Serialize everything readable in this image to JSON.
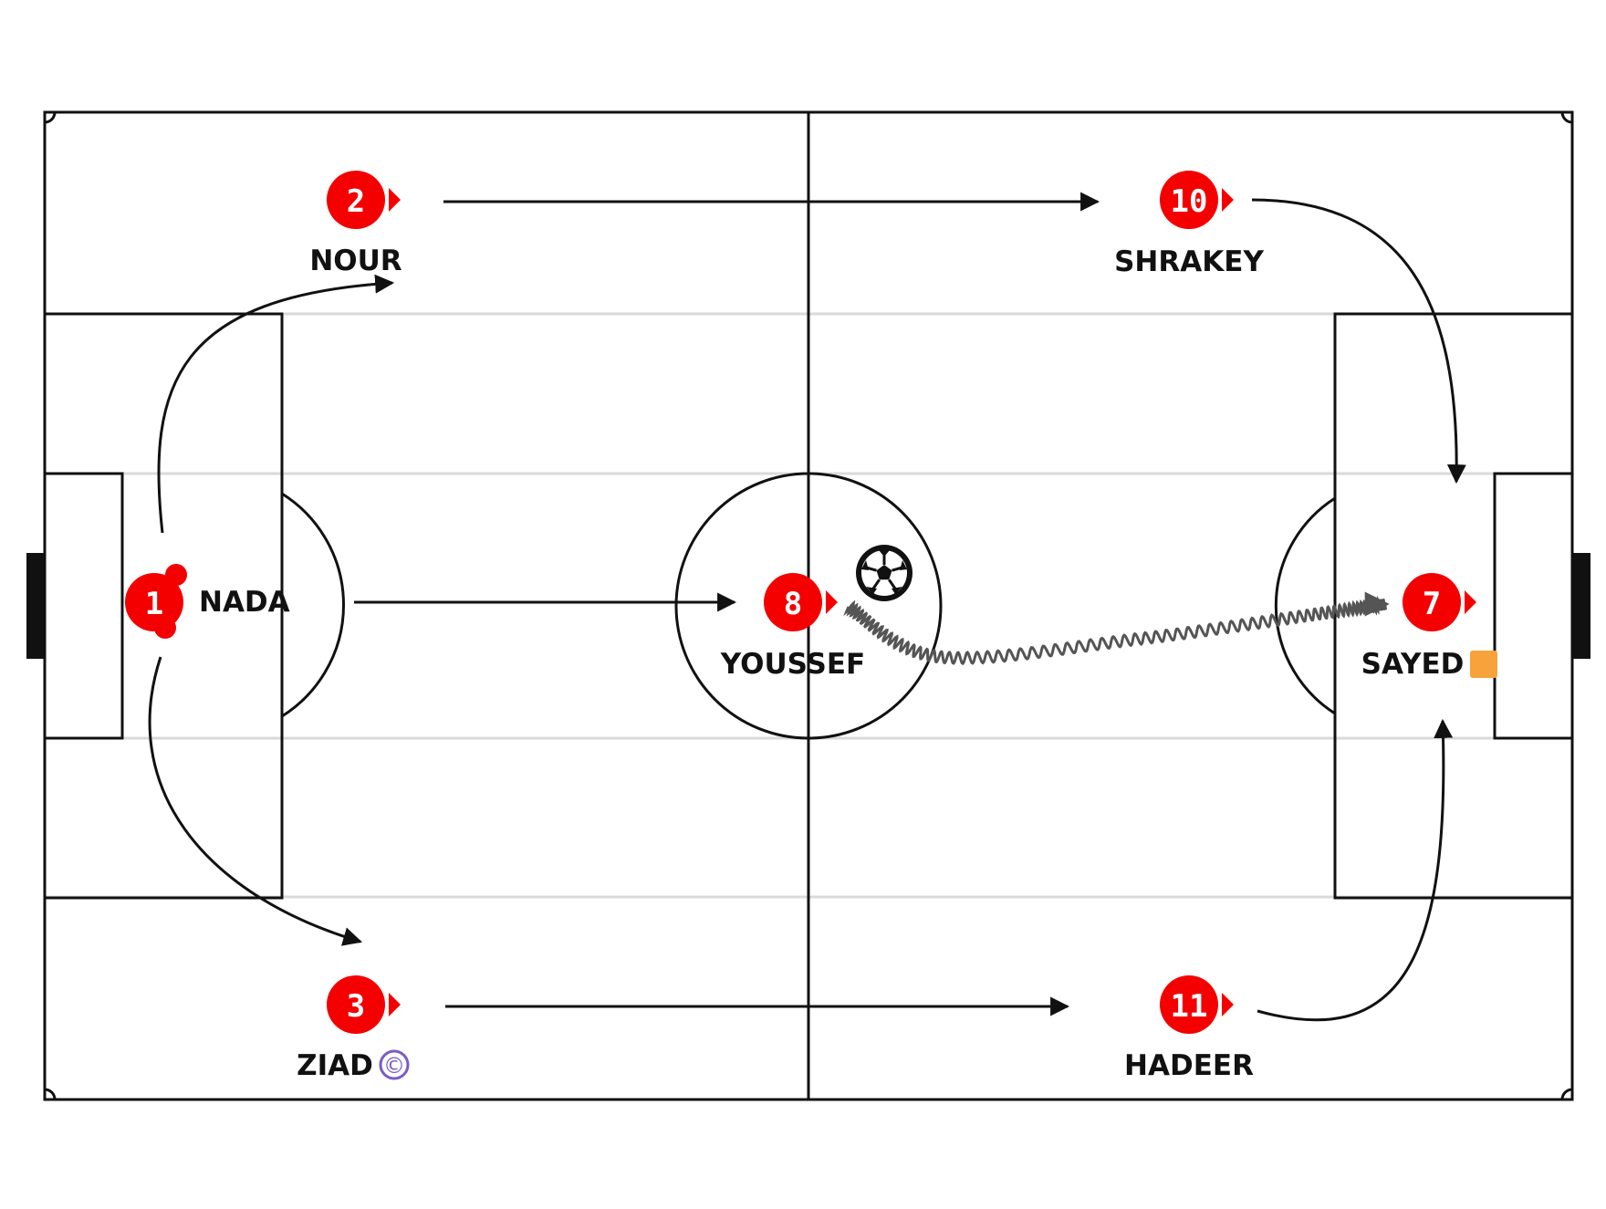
{
  "colors": {
    "player": "#f40000",
    "lines": "#111111",
    "zone_lines": "#d9d9d9",
    "dribble": "#555555",
    "captain_badge": "#7b5cc4",
    "yellow_card": "#f7a23a"
  },
  "players": {
    "p1": {
      "number": "1",
      "name": "NADA",
      "role": "goalkeeper"
    },
    "p2": {
      "number": "2",
      "name": "NOUR"
    },
    "p3": {
      "number": "3",
      "name": "ZIAD",
      "badge": "©"
    },
    "p8": {
      "number": "8",
      "name": "YOUSSEF"
    },
    "p10": {
      "number": "10",
      "name": "SHRAKEY"
    },
    "p11": {
      "number": "11",
      "name": "HADEER"
    },
    "p7": {
      "number": "7",
      "name": "SAYED",
      "marker": "yellow-card"
    }
  },
  "ball": {
    "icon": "soccer-ball-icon",
    "holder": "8"
  },
  "movements": [
    {
      "type": "run",
      "from": "1",
      "to": "2"
    },
    {
      "type": "run",
      "from": "1",
      "to": "3"
    },
    {
      "type": "pass",
      "from": "1",
      "to": "8"
    },
    {
      "type": "pass",
      "from": "2",
      "to": "10"
    },
    {
      "type": "pass",
      "from": "3",
      "to": "11"
    },
    {
      "type": "run",
      "from": "10",
      "to": "7"
    },
    {
      "type": "run",
      "from": "11",
      "to": "7"
    },
    {
      "type": "dribble",
      "from": "8",
      "to": "7"
    }
  ]
}
